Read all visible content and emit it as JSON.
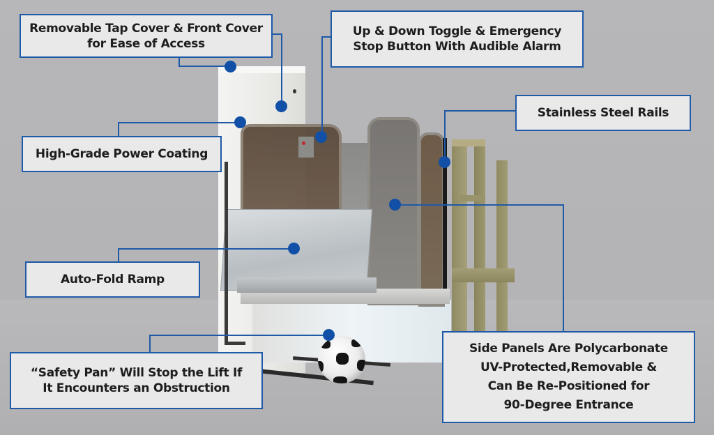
{
  "callouts": [
    {
      "id": "removable-covers",
      "text": "Removable Tap Cover & Front Cover\nfor Ease of Access"
    },
    {
      "id": "toggle-emergency-stop",
      "text": "Up & Down Toggle & Emergency\nStop Button With Audible Alarm"
    },
    {
      "id": "stainless-steel-rails",
      "text": "Stainless Steel Rails"
    },
    {
      "id": "power-coating",
      "text": "High-Grade Power Coating"
    },
    {
      "id": "auto-fold-ramp",
      "text": "Auto-Fold Ramp"
    },
    {
      "id": "safety-pan",
      "text": "“Safety Pan” Will Stop the Lift If\nIt Encounters an Obstruction"
    },
    {
      "id": "side-panels",
      "text": "Side Panels Are Polycarbonate\nUV-Protected,Removable &\nCan Be Re-Positioned for\n90-Degree  Entrance"
    }
  ],
  "colors": {
    "accent": "#1f5aa8",
    "marker": "#1150a6",
    "box_fill": "#e9e9ea",
    "background": "#b4b4b6",
    "text": "#1d1d1d"
  },
  "image": {
    "subject": "vertical platform wheelchair lift with ramp, polycarbonate side panels, wooden landing and soccer ball obstruction"
  }
}
